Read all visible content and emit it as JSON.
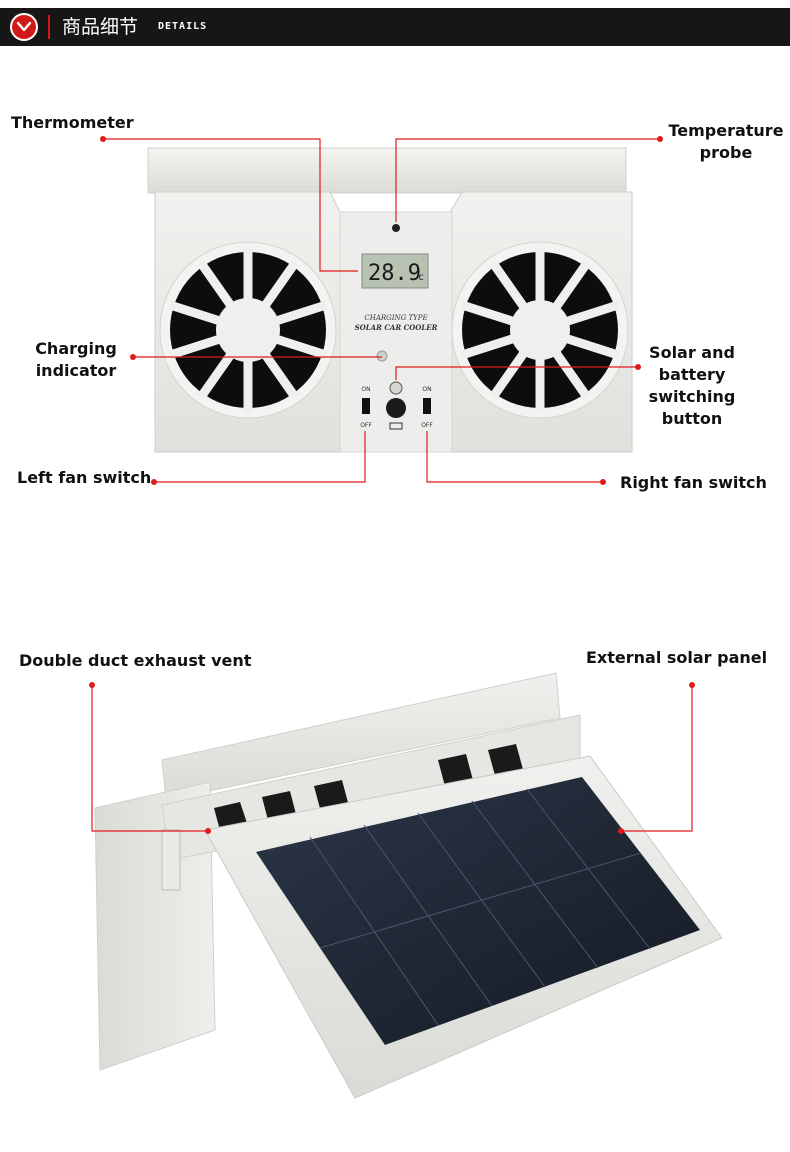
{
  "header": {
    "title_cn": "商品细节",
    "title_en": "DETAILS",
    "badge_icon": "chevron-down-icon",
    "accent_color": "#d11919",
    "bar_color": "#161616"
  },
  "product_front": {
    "lcd_reading": "28.9",
    "lcd_unit": "c",
    "faceplate_line1": "CHARGING TYPE",
    "faceplate_line2": "SOLAR CAR COOLER",
    "left_switch_on": "ON",
    "left_switch_off": "OFF",
    "right_switch_on": "ON",
    "right_switch_off": "OFF"
  },
  "callouts_front": {
    "thermometer": "Thermometer",
    "temperature_probe_line1": "Temperature",
    "temperature_probe_line2": "probe",
    "charging_indicator_line1": "Charging",
    "charging_indicator_line2": "indicator",
    "solar_battery_line1": "Solar and",
    "solar_battery_line2": "battery",
    "solar_battery_line3": "switching",
    "solar_battery_line4": "button",
    "left_fan_switch": "Left fan switch",
    "right_fan_switch": "Right fan switch"
  },
  "callouts_back": {
    "exhaust_vent": "Double duct exhaust vent",
    "solar_panel": "External solar panel"
  },
  "colors": {
    "callout_line": "#e01b1b",
    "device_body": "#e9ebe7",
    "fan_blade": "#111111",
    "solar_cell": "#1f2a3a"
  }
}
